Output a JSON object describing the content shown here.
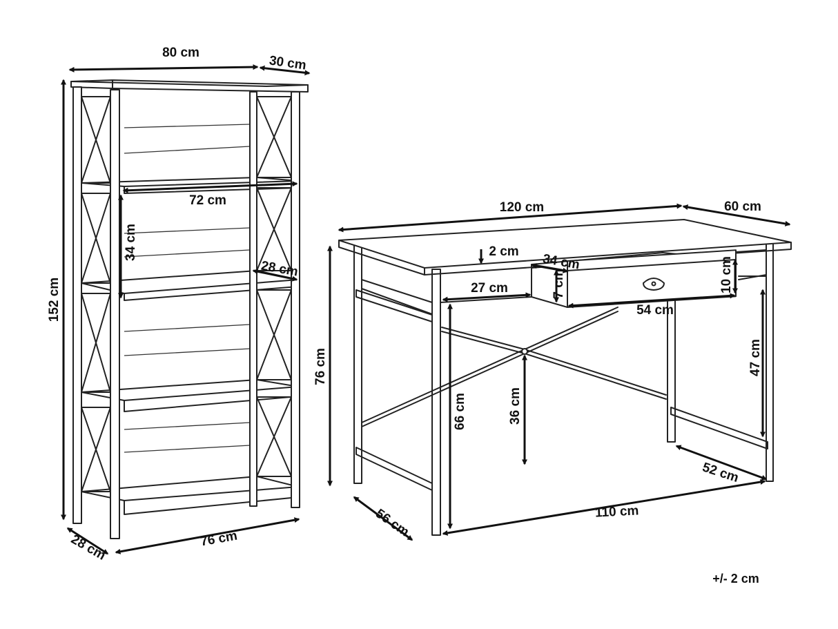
{
  "bookcase": {
    "width": "80 cm",
    "depth_top": "30 cm",
    "height": "152 cm",
    "shelf_width": "72 cm",
    "shelf_gap": "34 cm",
    "shelf_depth": "28 cm",
    "base_depth": "28 cm",
    "base_width": "76 cm"
  },
  "desk": {
    "width": "120 cm",
    "depth": "60 cm",
    "height": "76 cm",
    "top_thickness": "2 cm",
    "drawer_offset": "27 cm",
    "drawer_depth": "34 cm",
    "drawer_height": "7 cm",
    "drawer_front": "10 cm",
    "drawer_width": "54 cm",
    "leg_clearance": "66 cm",
    "crossbar_height": "36 cm",
    "side_clearance": "47 cm",
    "side_depth": "52 cm",
    "base_depth": "56 cm",
    "base_width": "110 cm"
  },
  "tolerance": "+/- 2 cm"
}
